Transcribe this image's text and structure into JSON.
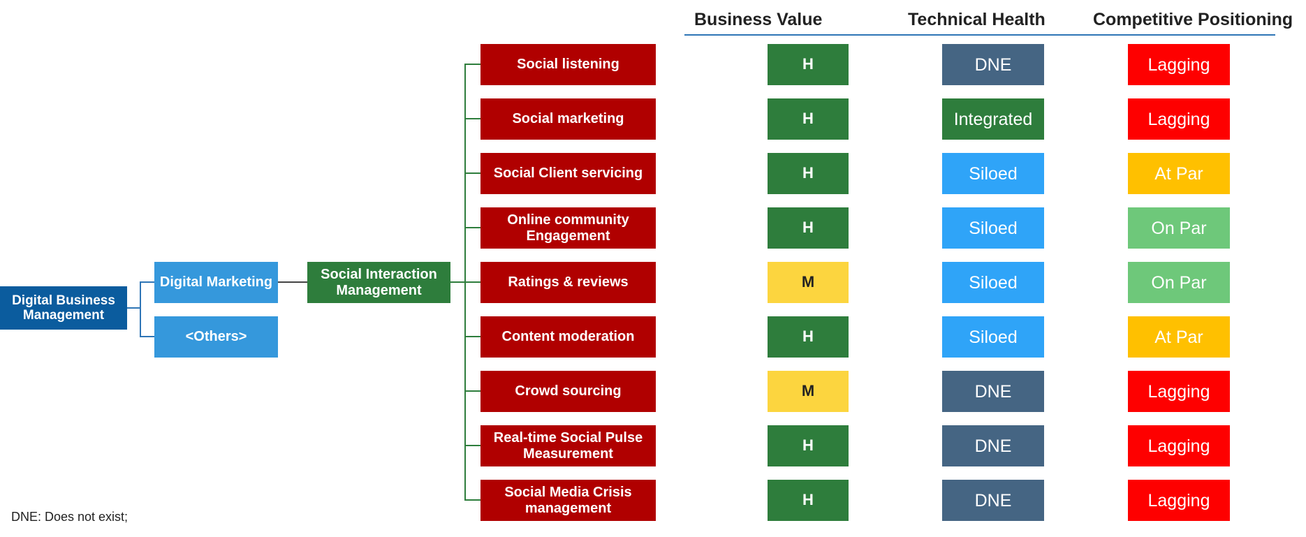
{
  "headers": {
    "business_value": "Business Value",
    "technical_health": "Technical Health",
    "competitive_positioning": "Competitive Positioning"
  },
  "tree": {
    "root": "Digital Business Management",
    "level1": [
      "Digital Marketing",
      "<Others>"
    ],
    "level2": "Social Interaction Management"
  },
  "colors": {
    "root": "#0b5c9e",
    "level1": "#3598dc",
    "level2": "#2e7d3c",
    "capability": "#b00000",
    "connector_tree": "#2e75b6",
    "connector_leaves": "#2e7d3c",
    "bv": {
      "H": "#2e7d3c",
      "M": "#fcd53f"
    },
    "th": {
      "DNE": "#456583",
      "Integrated": "#2e7d3c",
      "Siloed": "#2fa4f8"
    },
    "cp": {
      "Lagging": "#fe0000",
      "At Par": "#ffc000",
      "On Par": "#6ec87a"
    }
  },
  "rows": [
    {
      "capability": "Social listening",
      "business_value": "H",
      "technical_health": "DNE",
      "competitive_positioning": "Lagging"
    },
    {
      "capability": "Social marketing",
      "business_value": "H",
      "technical_health": "Integrated",
      "competitive_positioning": "Lagging"
    },
    {
      "capability": "Social Client servicing",
      "business_value": "H",
      "technical_health": "Siloed",
      "competitive_positioning": "At Par"
    },
    {
      "capability": "Online community Engagement",
      "business_value": "H",
      "technical_health": "Siloed",
      "competitive_positioning": "On Par"
    },
    {
      "capability": "Ratings & reviews",
      "business_value": "M",
      "technical_health": "Siloed",
      "competitive_positioning": "On Par"
    },
    {
      "capability": "Content moderation",
      "business_value": "H",
      "technical_health": "Siloed",
      "competitive_positioning": "At Par"
    },
    {
      "capability": "Crowd sourcing",
      "business_value": "M",
      "technical_health": "DNE",
      "competitive_positioning": "Lagging"
    },
    {
      "capability": "Real-time Social Pulse Measurement",
      "business_value": "H",
      "technical_health": "DNE",
      "competitive_positioning": "Lagging"
    },
    {
      "capability": "Social Media Crisis management",
      "business_value": "H",
      "technical_health": "DNE",
      "competitive_positioning": "Lagging"
    }
  ],
  "footnote": "DNE: Does not exist;"
}
